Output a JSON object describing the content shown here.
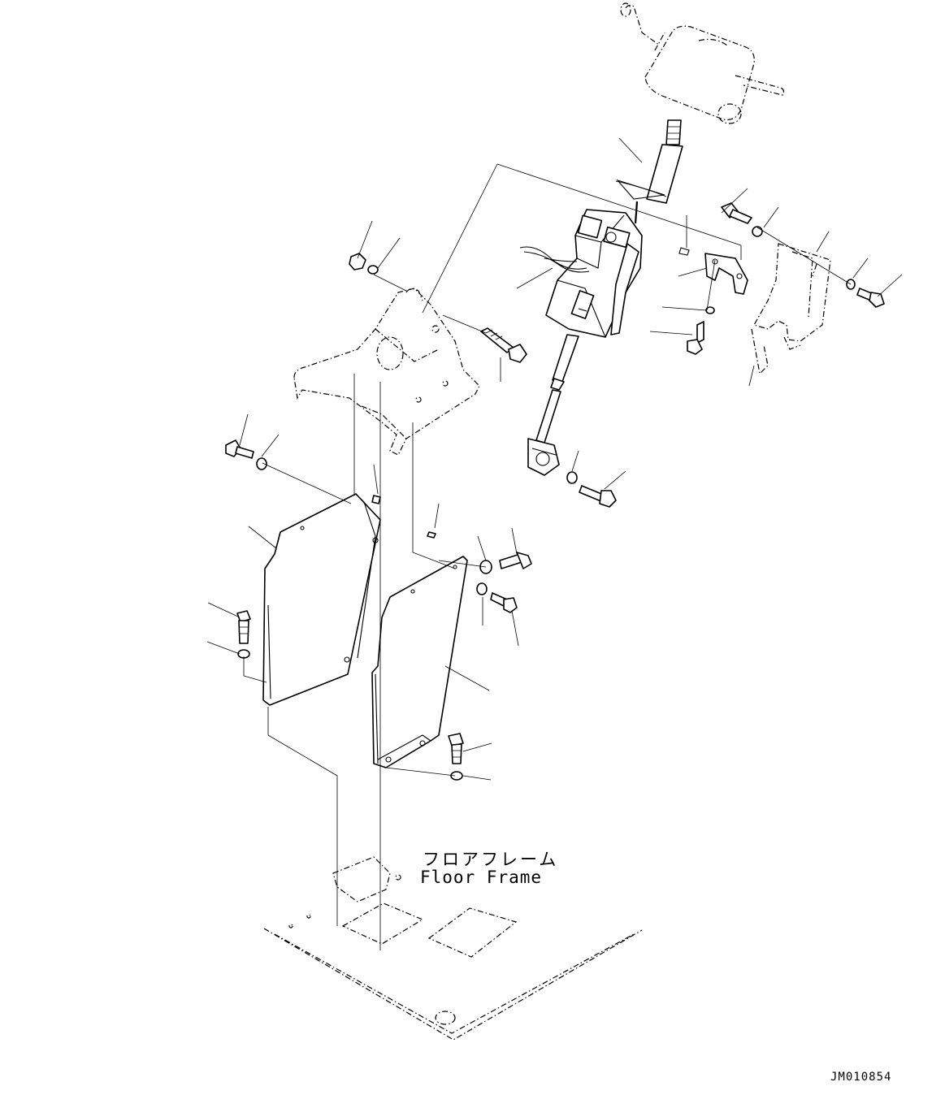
{
  "labels": {
    "floor_frame_jp": "フロアフレーム",
    "floor_frame_en": "Floor Frame"
  },
  "drawing_number": "JM010854",
  "colors": {
    "line": "#000000",
    "background": "#ffffff"
  }
}
